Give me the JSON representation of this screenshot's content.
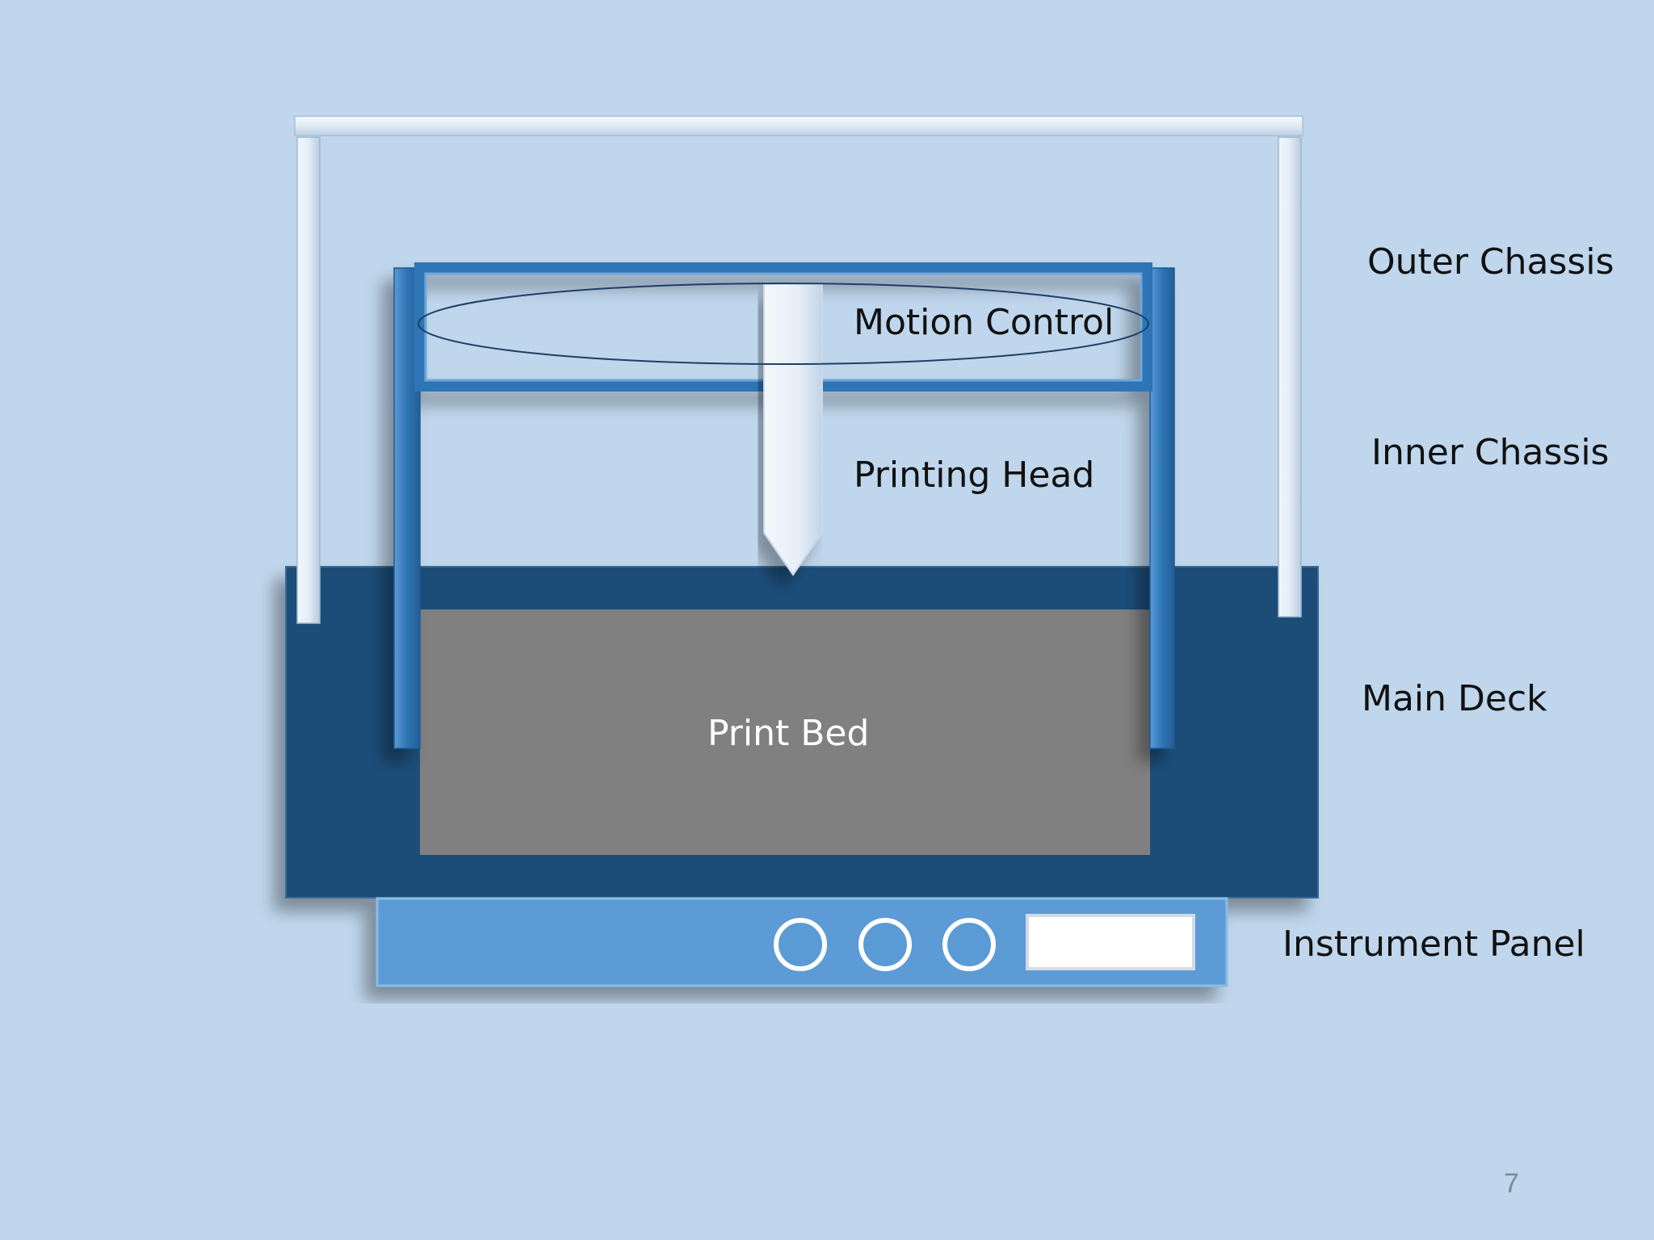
{
  "labels": {
    "outer_chassis": "Outer Chassis",
    "motion_control": "Motion Control",
    "printing_head": "Printing Head",
    "inner_chassis": "Inner Chassis",
    "main_deck": "Main Deck",
    "print_bed": "Print Bed",
    "instrument_panel": "Instrument Panel"
  },
  "page_number": "7",
  "colors": {
    "background": "#bfd6ec",
    "outer_chassis": "#e8f0f8",
    "inner_chassis": "#2e75b6",
    "main_deck": "#1f4e79",
    "print_bed": "#808080",
    "instrument_panel": "#5b9bd5",
    "panel_display": "#ffffff"
  },
  "icons": [
    "panel-button-icon",
    "panel-button-icon",
    "panel-button-icon",
    "panel-display-icon"
  ]
}
